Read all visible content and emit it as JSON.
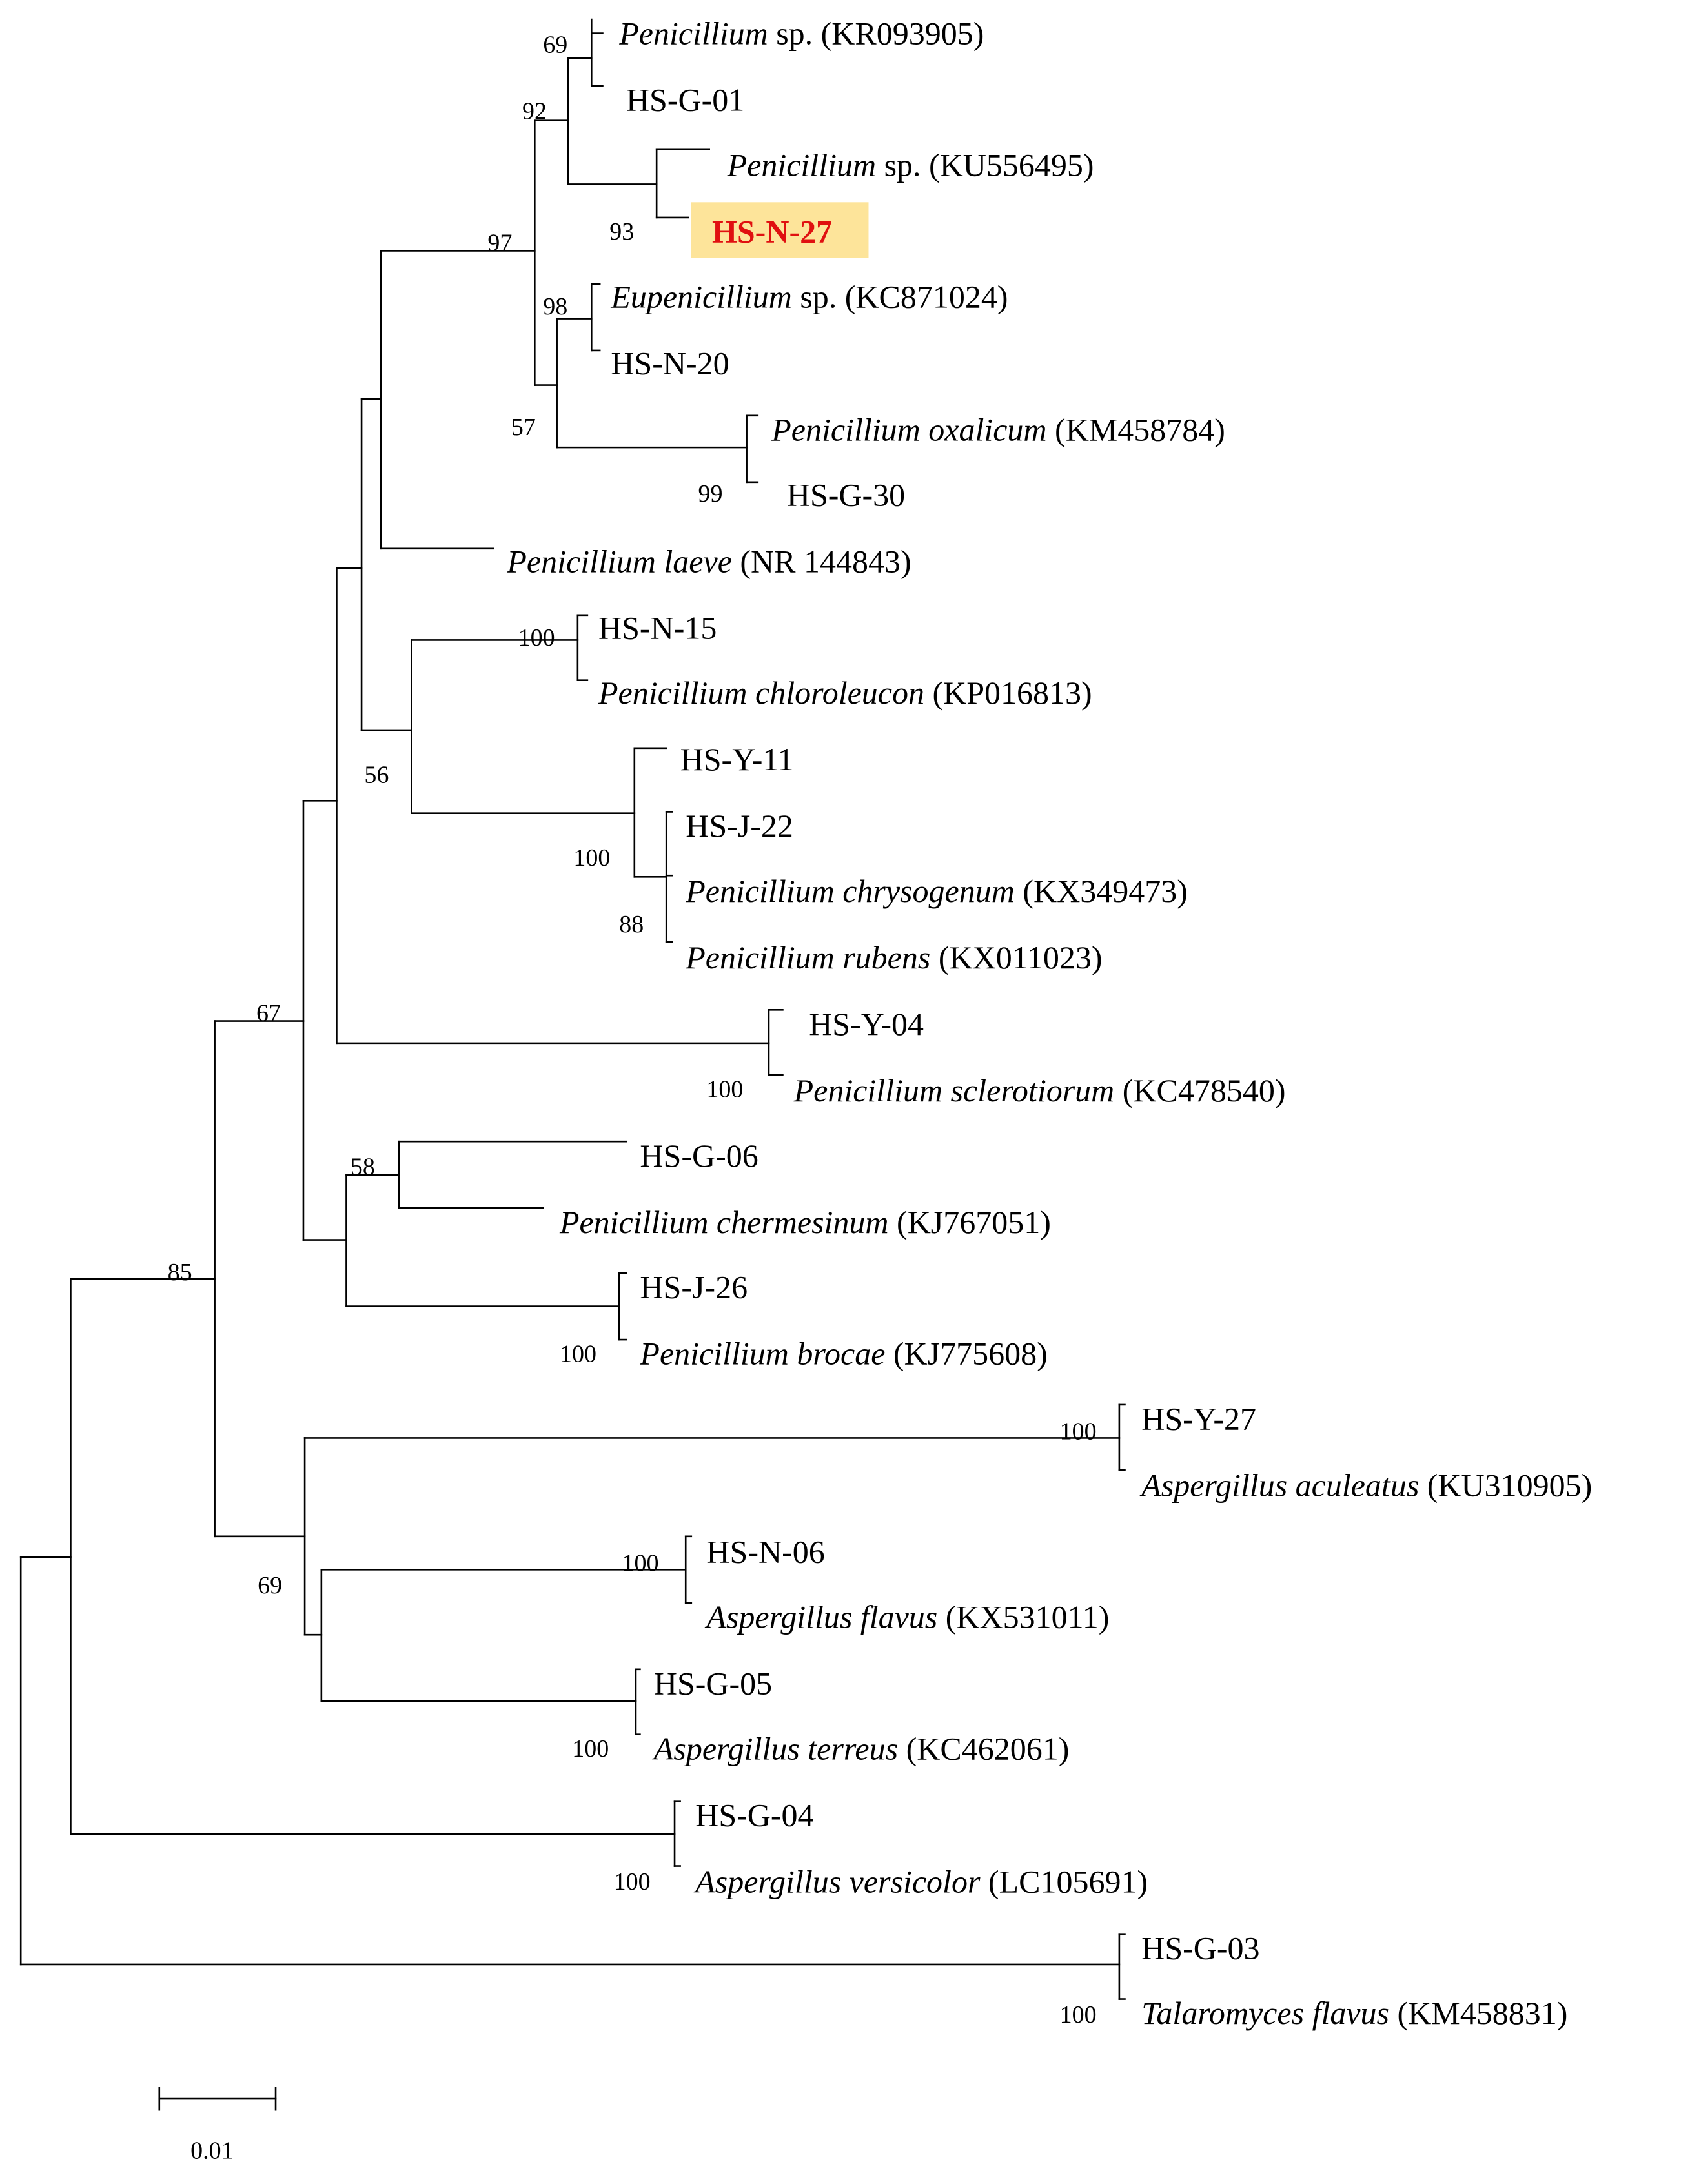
{
  "tree": {
    "taxa": [
      {
        "genus": "Penicillium",
        "rest": " sp. (KR093905)"
      },
      {
        "genus": "",
        "rest": "HS-G-01"
      },
      {
        "genus": "Penicillium",
        "rest": " sp. (KU556495)"
      },
      {
        "genus": "",
        "rest": "HS-N-27"
      },
      {
        "genus": "Eupenicillium",
        "rest": " sp. (KC871024)"
      },
      {
        "genus": "",
        "rest": "HS-N-20"
      },
      {
        "genus": "Penicillium oxalicum",
        "rest": " (KM458784)"
      },
      {
        "genus": "",
        "rest": "HS-G-30"
      },
      {
        "genus": "Penicillium laeve",
        "rest": " (NR 144843)"
      },
      {
        "genus": "",
        "rest": "HS-N-15"
      },
      {
        "genus": "Penicillium chloroleucon",
        "rest": " (KP016813)"
      },
      {
        "genus": "",
        "rest": "HS-Y-11"
      },
      {
        "genus": "",
        "rest": "HS-J-22"
      },
      {
        "genus": "Penicillium chrysogenum",
        "rest": " (KX349473)"
      },
      {
        "genus": "Penicillium rubens",
        "rest": " (KX011023)"
      },
      {
        "genus": "",
        "rest": "HS-Y-04"
      },
      {
        "genus": "Penicillium sclerotiorum",
        "rest": " (KC478540)"
      },
      {
        "genus": "",
        "rest": "HS-G-06"
      },
      {
        "genus": "Penicillium chermesinum",
        "rest": " (KJ767051)"
      },
      {
        "genus": "",
        "rest": "HS-J-26"
      },
      {
        "genus": "Penicillium brocae",
        "rest": " (KJ775608)"
      },
      {
        "genus": "",
        "rest": "HS-Y-27"
      },
      {
        "genus": "Aspergillus aculeatus",
        "rest": " (KU310905)"
      },
      {
        "genus": "",
        "rest": "HS-N-06"
      },
      {
        "genus": "Aspergillus flavus",
        "rest": " (KX531011)"
      },
      {
        "genus": "",
        "rest": "HS-G-05"
      },
      {
        "genus": "Aspergillus terreus",
        "rest": " (KC462061)"
      },
      {
        "genus": "",
        "rest": "HS-G-04"
      },
      {
        "genus": "Aspergillus versicolor",
        "rest": " (LC105691)"
      },
      {
        "genus": "",
        "rest": "HS-G-03"
      },
      {
        "genus": "Talaromyces flavus",
        "rest": " (KM458831)"
      }
    ],
    "bootstrap_values": [
      "69",
      "92",
      "93",
      "97",
      "98",
      "57",
      "99",
      "100",
      "56",
      "100",
      "88",
      "67",
      "100",
      "58",
      "100",
      "85",
      "100",
      "69",
      "100",
      "100",
      "100",
      "100"
    ],
    "highlight": {
      "label": "HS-N-27",
      "text_color": "#e01010",
      "box_color": "#fde49a"
    },
    "scale_bar": {
      "label": "0.01"
    }
  }
}
